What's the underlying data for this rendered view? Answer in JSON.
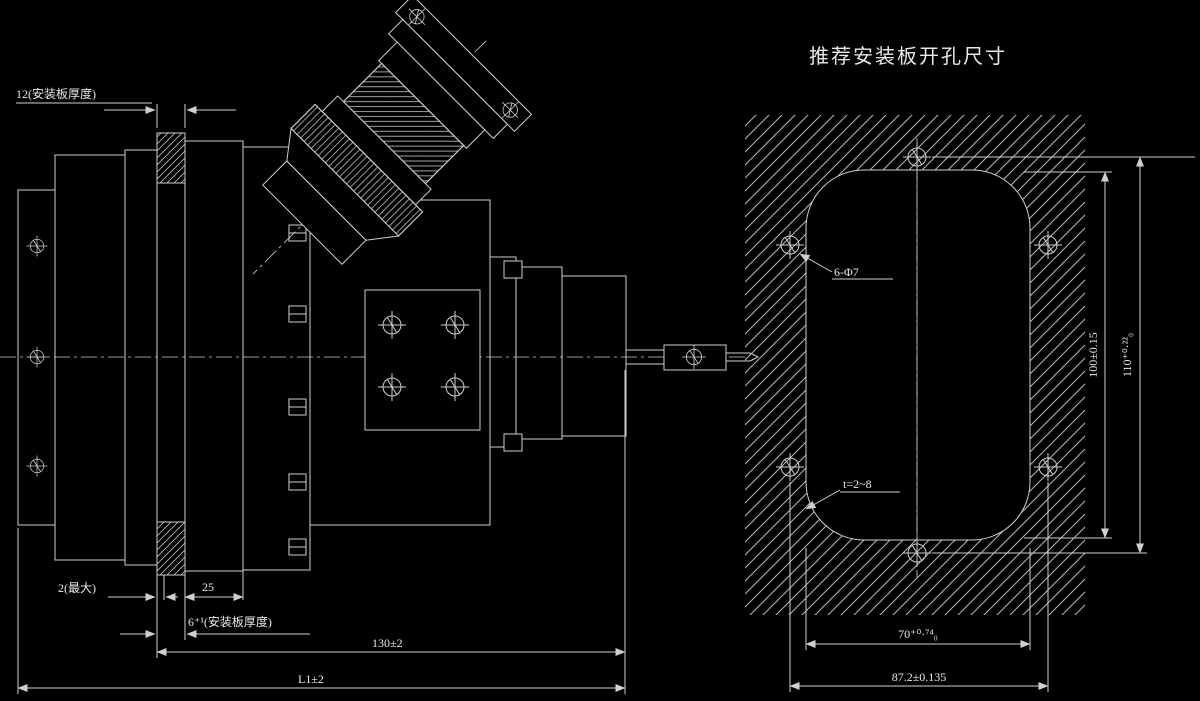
{
  "drawing": {
    "background": "#000000",
    "line_color": "#cfcfcf",
    "text_color": "#e8e8e8",
    "title": "推荐安装板开孔尺寸",
    "side_view": {
      "labels": {
        "plate_thickness": "12(安装板厚度)",
        "gap_max": "2(最大)",
        "flange_offset": "25",
        "plate_range": "6⁺¹(安装板厚度)",
        "body_length": "130±2",
        "overall_length": "L1±2"
      }
    },
    "cutout_view": {
      "labels": {
        "mounting_holes": "6-Φ7",
        "panel_thickness": "t=2~8",
        "cutout_height": "100±0.15",
        "hole_pitch_vertical": "110⁺⁰·²²₀",
        "cutout_width": "70⁺⁰·⁷⁴₀",
        "hole_pitch_horizontal": "87.2±0.135"
      }
    }
  }
}
